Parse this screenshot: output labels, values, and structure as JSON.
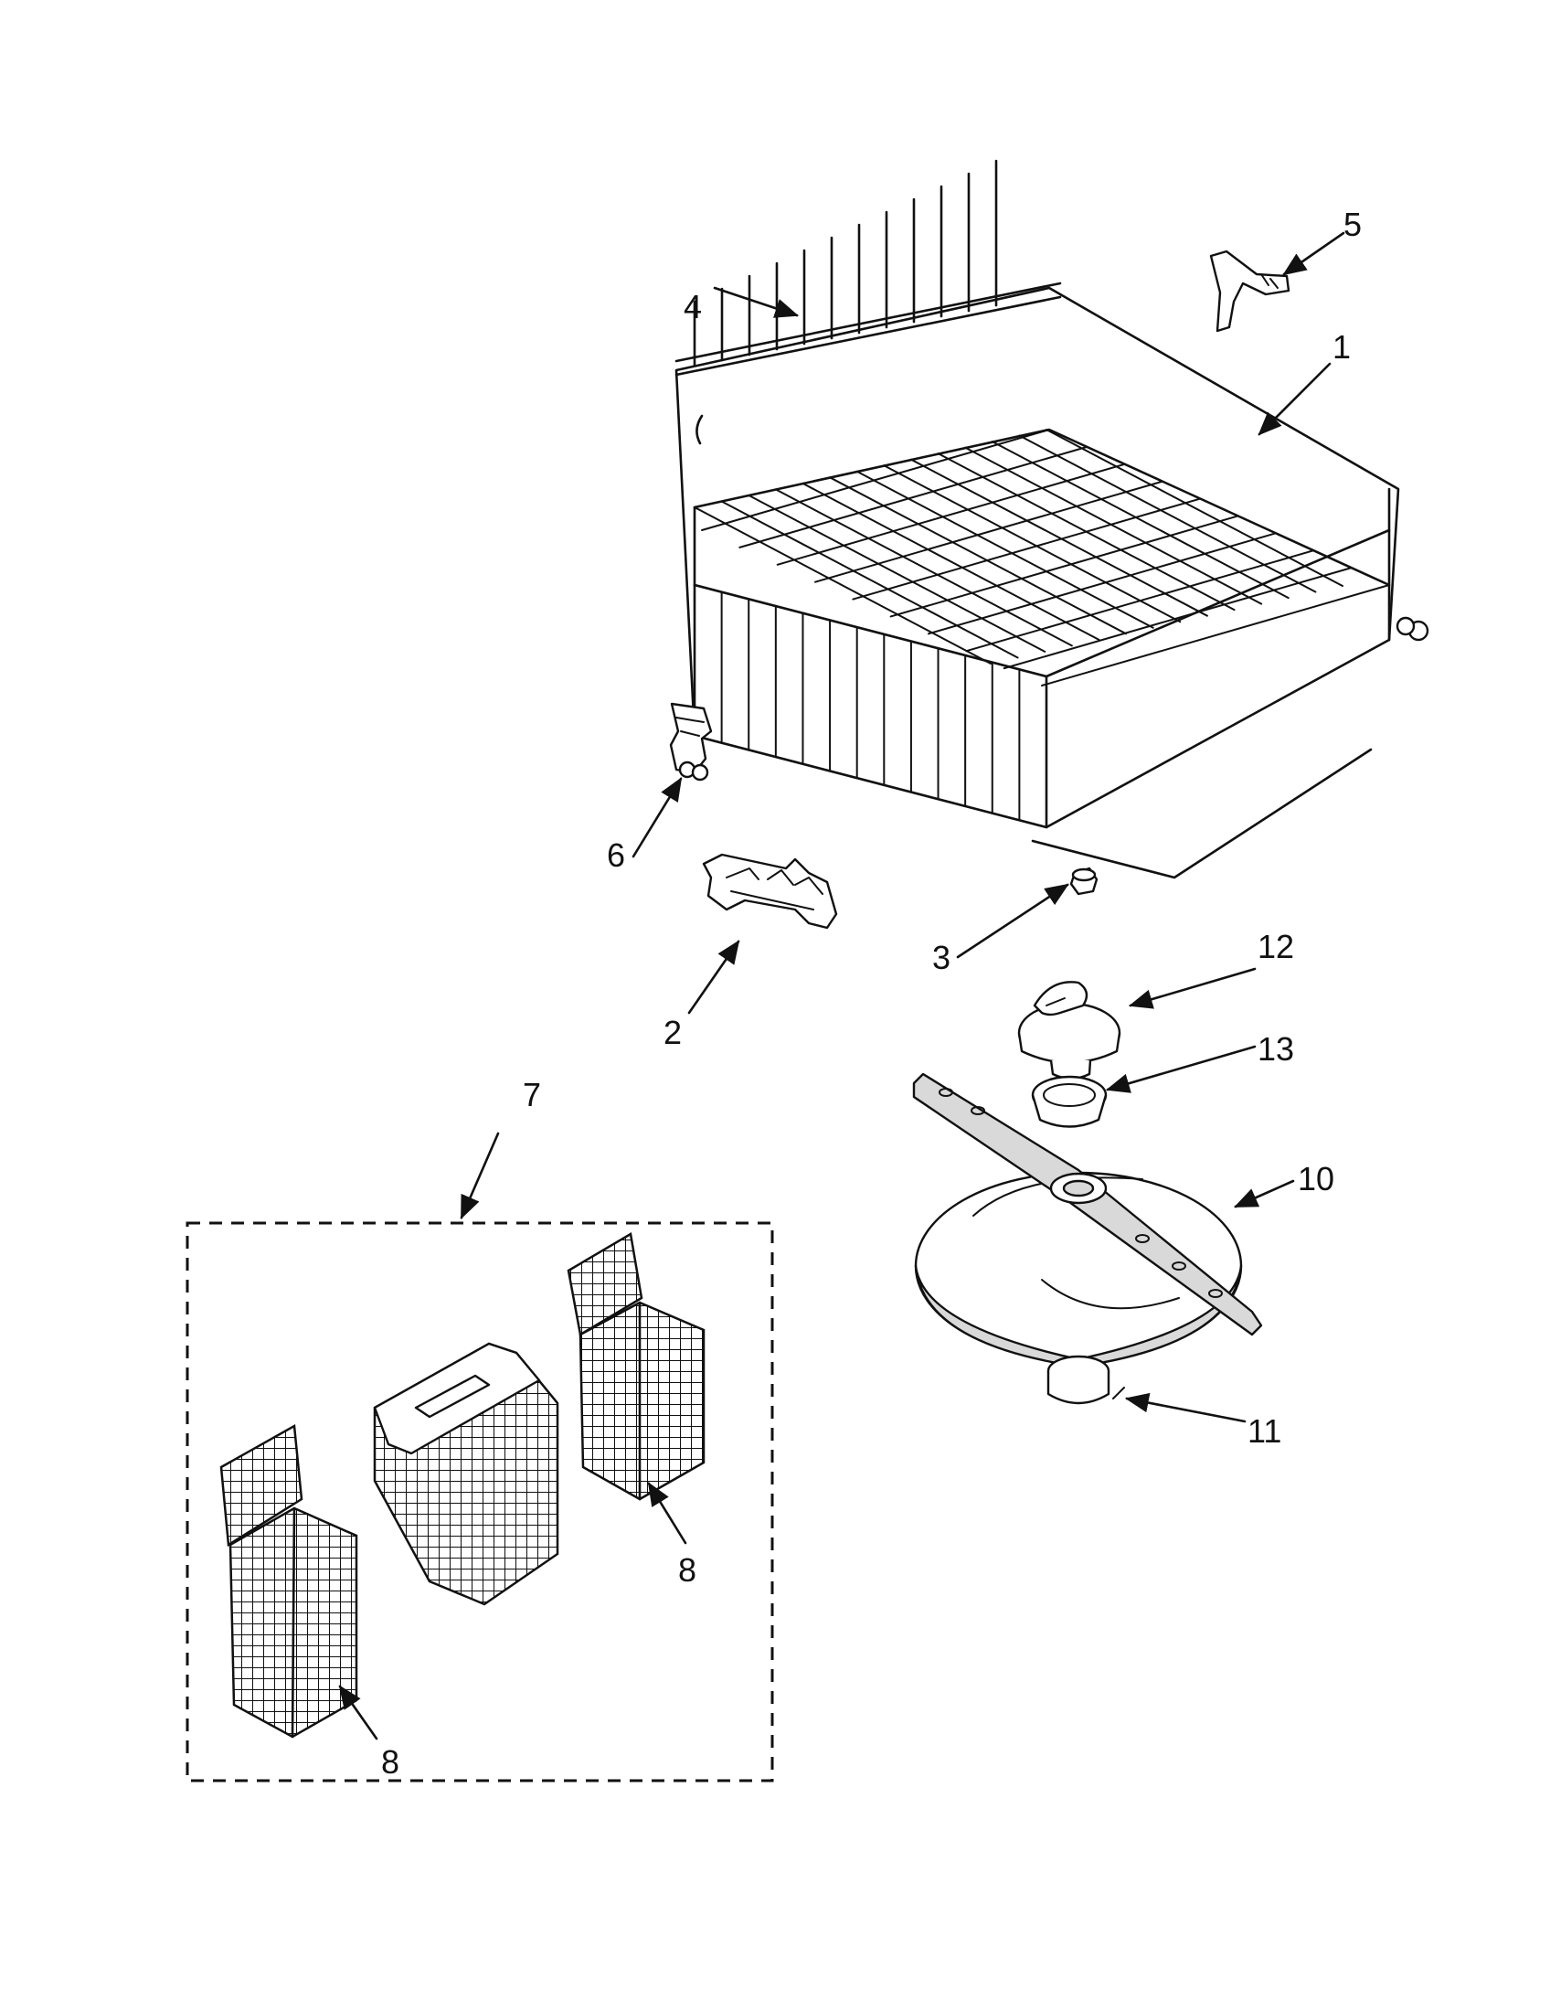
{
  "callouts": {
    "c1": "1",
    "c2": "2",
    "c3": "3",
    "c4": "4",
    "c5": "5",
    "c6": "6",
    "c7": "7",
    "c8a": "8",
    "c8b": "8",
    "c10": "10",
    "c11": "11",
    "c12": "12",
    "c13": "13"
  }
}
